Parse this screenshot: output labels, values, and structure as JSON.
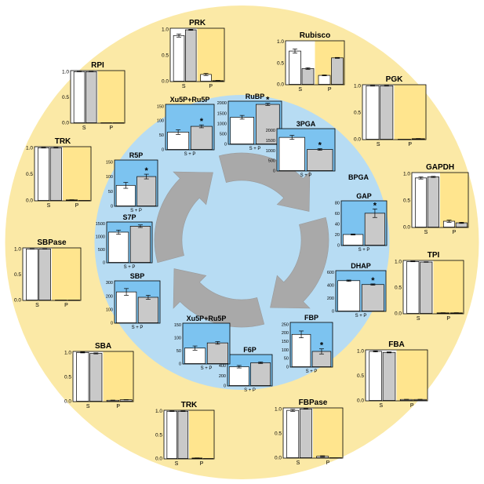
{
  "colors": {
    "outer_ring": "#fbe9a6",
    "inner_ring": "#b7dcf3",
    "outer_panel_bg": "#ffe58e",
    "inner_panel_bg": "#7cc3f0",
    "bar_s": "#ffffff",
    "bar_p": "#c9c9c9",
    "arrow": "#a9a9a9"
  },
  "labels": {
    "center_metabolite": "BPGA",
    "sig": "*",
    "s": "S",
    "p": "P",
    "sp": "S + P"
  },
  "enzymes": [
    {
      "name": "PRK",
      "ticks": [
        "1.0",
        "0.5",
        "0.0"
      ],
      "ymax": 1.0,
      "values": [
        0.88,
        0.99,
        0.13,
        0.01
      ],
      "err": [
        0.03,
        0.01,
        0.02,
        0.005
      ]
    },
    {
      "name": "Rubisco",
      "ticks": [
        "1.0",
        "0.5",
        "0.0"
      ],
      "ymax": 1.0,
      "values": [
        0.78,
        0.37,
        0.21,
        0.62
      ],
      "err": [
        0.05,
        0.02,
        0.01,
        0.01
      ]
    },
    {
      "name": "PGK",
      "ticks": [
        "1.0",
        "0.5",
        "0.0"
      ],
      "ymax": 1.0,
      "values": [
        1.0,
        1.0,
        0.0,
        0.01
      ],
      "err": [
        0.005,
        0.005,
        0,
        0.003
      ]
    },
    {
      "name": "GAPDH",
      "ticks": [
        "1.0",
        "0.5",
        "0.0"
      ],
      "ymax": 1.0,
      "values": [
        0.92,
        0.94,
        0.11,
        0.08
      ],
      "err": [
        0.02,
        0.01,
        0.02,
        0.01
      ]
    },
    {
      "name": "TPI",
      "ticks": [
        "1.0",
        "0.5",
        "0.0"
      ],
      "ymax": 1.0,
      "values": [
        1.0,
        0.99,
        0.01,
        0.01
      ],
      "err": [
        0.005,
        0.005,
        0.003,
        0.003
      ]
    },
    {
      "name": "FBA",
      "ticks": [
        "1.0",
        "0.5",
        "0.0"
      ],
      "ymax": 1.0,
      "values": [
        0.99,
        0.97,
        0.02,
        0.02
      ],
      "err": [
        0.01,
        0.01,
        0.003,
        0.003
      ]
    },
    {
      "name": "FBPase",
      "ticks": [
        "1.0",
        "0.5",
        "0.0"
      ],
      "ymax": 1.0,
      "values": [
        0.97,
        1.0,
        0.03,
        0.0
      ],
      "err": [
        0.02,
        0.005,
        0.01,
        0
      ]
    },
    {
      "name": "TRK",
      "ticks": [
        "1.0",
        "0.5",
        "0.0"
      ],
      "ymax": 1.0,
      "values": [
        1.0,
        1.0,
        0.01,
        0.0
      ],
      "err": [
        0.005,
        0.005,
        0.003,
        0
      ]
    },
    {
      "name": "SBA",
      "ticks": [
        "1.0",
        "0.5",
        "0.0"
      ],
      "ymax": 1.0,
      "values": [
        1.0,
        0.98,
        0.02,
        0.03
      ],
      "err": [
        0.01,
        0.01,
        0.003,
        0.003
      ]
    },
    {
      "name": "SBPase",
      "ticks": [
        "1.0",
        "0.5",
        "0.0"
      ],
      "ymax": 1.0,
      "values": [
        1.0,
        1.0,
        0.0,
        0.0
      ],
      "err": [
        0.003,
        0.003,
        0,
        0
      ]
    },
    {
      "name": "TRK",
      "ticks": [
        "1.0",
        "0.5",
        "0.0"
      ],
      "ymax": 1.0,
      "values": [
        1.0,
        1.0,
        0.01,
        0.0
      ],
      "err": [
        0.005,
        0.005,
        0.003,
        0
      ]
    },
    {
      "name": "RPI",
      "ticks": [
        "1.0",
        "0.5",
        "0.0"
      ],
      "ymax": 1.0,
      "values": [
        1.0,
        1.0,
        0.0,
        0.0
      ],
      "err": [
        0.003,
        0.003,
        0,
        0
      ]
    }
  ],
  "metabolites": [
    {
      "name": "RuBP",
      "ticks": [
        "2000",
        "1500",
        "1000",
        "500",
        "0"
      ],
      "ymax": 2000,
      "values": [
        1300,
        1930
      ],
      "err": [
        90,
        50
      ],
      "sig": true
    },
    {
      "name": "3PGA",
      "ticks": [
        "2000",
        "1500",
        "1000",
        "500",
        "0"
      ],
      "ymax": 2000,
      "values": [
        1650,
        1050
      ],
      "err": [
        100,
        40
      ],
      "sig": true
    },
    {
      "name": "GAP",
      "ticks": [
        "80",
        "60",
        "40",
        "20",
        "0"
      ],
      "ymax": 80,
      "values": [
        20,
        60
      ],
      "err": [
        1,
        8
      ],
      "sig": true
    },
    {
      "name": "DHAP",
      "ticks": [
        "600",
        "400",
        "200",
        "0"
      ],
      "ymax": 600,
      "values": [
        470,
        410
      ],
      "err": [
        10,
        10
      ],
      "sig": true
    },
    {
      "name": "FBP",
      "ticks": [
        "250",
        "200",
        "150",
        "100",
        "50",
        "0"
      ],
      "ymax": 250,
      "values": [
        190,
        90
      ],
      "err": [
        20,
        15
      ],
      "sig": true
    },
    {
      "name": "F6P",
      "ticks": [
        "600",
        "400",
        "200",
        "0"
      ],
      "ymax": 600,
      "values": [
        380,
        460
      ],
      "err": [
        25,
        15
      ],
      "sig": false
    },
    {
      "name": "Xu5P+Ru5P",
      "ticks": [
        "150",
        "100",
        "50",
        "0"
      ],
      "ymax": 150,
      "values": [
        60,
        80
      ],
      "err": [
        8,
        5
      ],
      "sig": false
    },
    {
      "name": "SBP",
      "ticks": [
        "300",
        "200",
        "100",
        "0"
      ],
      "ymax": 300,
      "values": [
        230,
        190
      ],
      "err": [
        25,
        15
      ],
      "sig": false
    },
    {
      "name": "S7P",
      "ticks": [
        "1500",
        "1000",
        "500",
        "0"
      ],
      "ymax": 1500,
      "values": [
        1170,
        1400
      ],
      "err": [
        80,
        50
      ],
      "sig": false
    },
    {
      "name": "R5P",
      "ticks": [
        "150",
        "100",
        "50",
        "0"
      ],
      "ymax": 150,
      "values": [
        70,
        100
      ],
      "err": [
        10,
        8
      ],
      "sig": true
    },
    {
      "name": "Xu5P+Ru5P",
      "ticks": [
        "150",
        "100",
        "50",
        "0"
      ],
      "ymax": 150,
      "values": [
        60,
        80
      ],
      "err": [
        8,
        5
      ],
      "sig": true
    }
  ]
}
